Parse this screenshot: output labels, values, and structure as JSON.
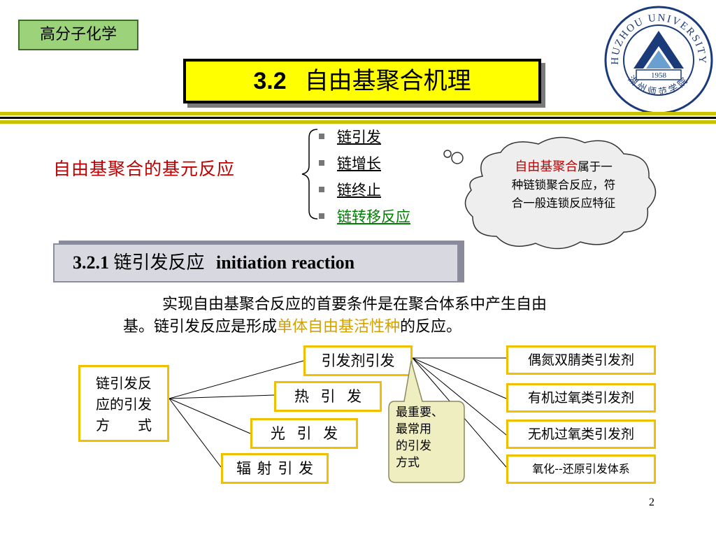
{
  "header": {
    "course_tag": "高分子化学",
    "title_num": "3.2",
    "title_text": "自由基聚合机理"
  },
  "logo": {
    "top_text": "HUZHOU UNIVERSITY",
    "year": "1958",
    "bottom_text": "湖州师范学院",
    "colors": {
      "ring": "#1a3a7a",
      "roof": "#1a3a7a",
      "accent": "#6aa0d0"
    }
  },
  "base_reactions": {
    "label": "自由基聚合的基元反应",
    "items": [
      {
        "label": "链引发"
      },
      {
        "label": "链增长"
      },
      {
        "label": "链终止"
      },
      {
        "label": "链转移反应"
      }
    ]
  },
  "cloud": {
    "red_part": "自由基聚合",
    "rest_1": "属于一",
    "line_2": "种链锁聚合反应，符",
    "line_3": "合一般连锁反应特征"
  },
  "subsection": {
    "num": "3.2.1",
    "cn": "链引发反应",
    "en": "initiation reaction"
  },
  "paragraph": {
    "line1": "实现自由基聚合反应的首要条件是在聚合体系中产生自由",
    "line2_pre": "基。链引发反应是形成",
    "line2_hl": "单体自由基活性种",
    "line2_post": "的反应。"
  },
  "diagram": {
    "method_box": [
      "链引发反",
      "应的引发",
      "方　　式"
    ],
    "methods": [
      "引发剂引发",
      "热 引 发",
      "光 引 发",
      "辐 射 引 发"
    ],
    "initiators": [
      "偶氮双腈类引发剂",
      "有机过氧类引发剂",
      "无机过氧类引发剂",
      "氧化--还原引发体系"
    ],
    "callout": [
      "最重要、",
      "最常用",
      "的引发",
      "方式"
    ]
  },
  "page_number": "2"
}
